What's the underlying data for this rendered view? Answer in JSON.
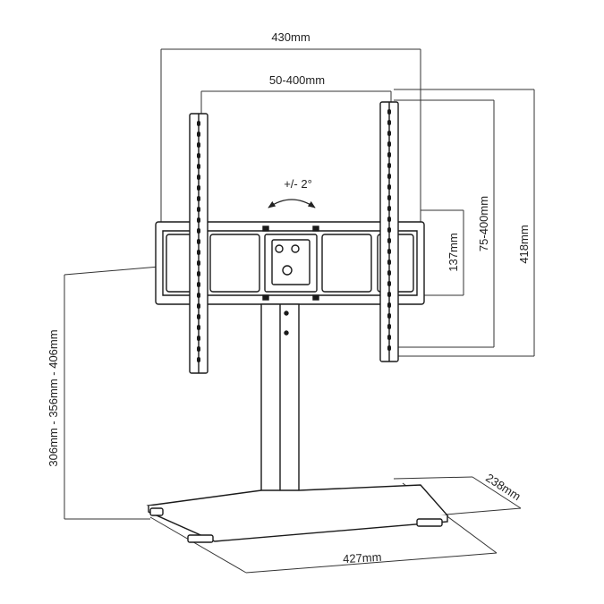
{
  "labels": {
    "overall_width": "430mm",
    "vesa_width": "50-400mm",
    "tilt": "+/- 2°",
    "bracket_height": "137mm",
    "vesa_height": "75-400mm",
    "arm_height": "418mm",
    "height_range": "306mm - 356mm - 406mm",
    "base_width": "427mm",
    "base_depth": "238mm"
  },
  "colors": {
    "line": "#1a1a1a",
    "dim_line": "#333333",
    "background": "#ffffff"
  }
}
